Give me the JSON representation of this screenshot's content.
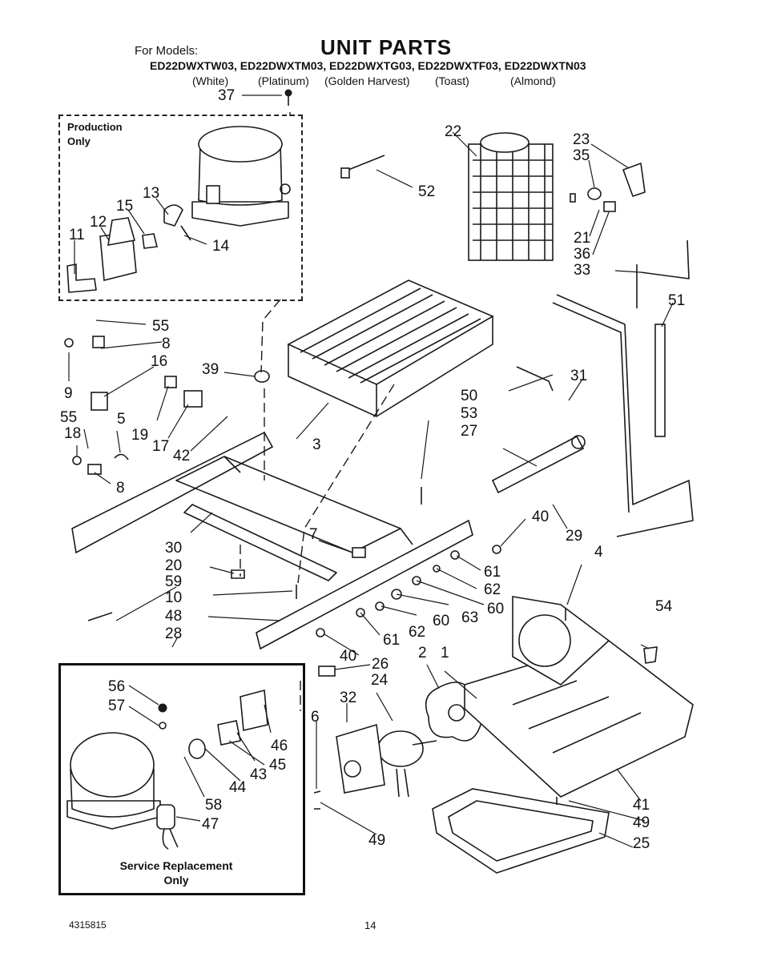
{
  "header": {
    "for_models": "For Models:",
    "title": "UNIT PARTS",
    "models": "ED22DWXTW03, ED22DWXTM03, ED22DWXTG03, ED22DWXTF03, ED22DWXTN03",
    "finishes": [
      "(White)",
      "(Platinum)",
      "(Golden Harvest)",
      "(Toast)",
      "(Almond)"
    ]
  },
  "boxes": {
    "production": [
      "Production",
      "Only"
    ],
    "service": [
      "Service Replacement",
      "Only"
    ]
  },
  "part_numbers": [
    "37",
    "22",
    "23",
    "35",
    "52",
    "13",
    "15",
    "12",
    "11",
    "14",
    "21",
    "36",
    "33",
    "51",
    "55",
    "8",
    "16",
    "39",
    "9",
    "31",
    "50",
    "53",
    "27",
    "55",
    "5",
    "19",
    "17",
    "18",
    "42",
    "3",
    "8",
    "40",
    "29",
    "30",
    "7",
    "4",
    "20",
    "61",
    "59",
    "62",
    "10",
    "60",
    "63",
    "48",
    "54",
    "62",
    "60",
    "61",
    "28",
    "40",
    "26",
    "56",
    "24",
    "2",
    "1",
    "57",
    "32",
    "46",
    "6",
    "43",
    "45",
    "44",
    "58",
    "47",
    "41",
    "49",
    "49",
    "25"
  ],
  "footer": {
    "doc_number": "4315815",
    "page": "14"
  }
}
